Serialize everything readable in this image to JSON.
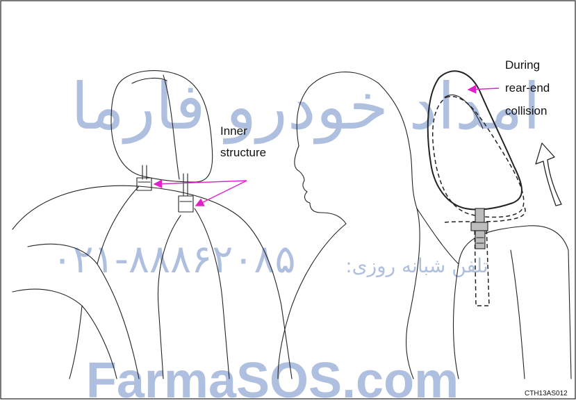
{
  "labels": {
    "inner_structure_line1": "Inner",
    "inner_structure_line2": "structure",
    "collision_line1": "During",
    "collision_line2": "rear-end",
    "collision_line3": "collision",
    "figure_code": "CTH13AS012"
  },
  "watermark": {
    "arabic_brand": "امداد خودرو فارما",
    "phone": "۰۲۱-۸۸۸۶۲۰۸۵",
    "phone_prefix": "تلفن شبانه روزی:",
    "site": "FarmaSOS.com"
  },
  "colors": {
    "arrow_magenta": "#e021c8",
    "headrest_fill": "#d3d3d3",
    "watermark_blue": "#aebfdf",
    "line": "#222222"
  }
}
